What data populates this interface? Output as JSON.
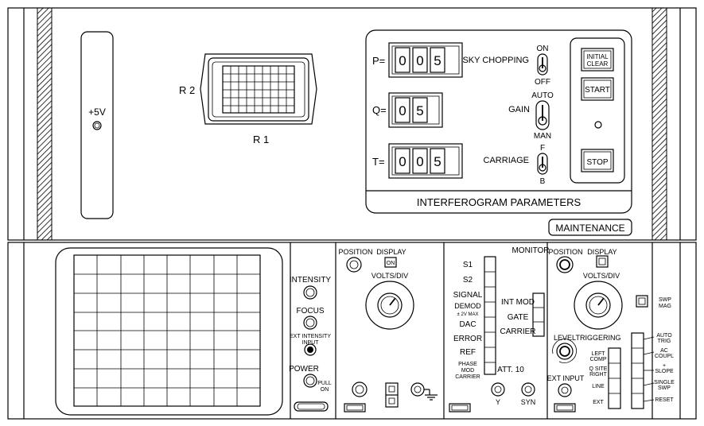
{
  "upper": {
    "supply_label": "+5V",
    "r2_label": "R 2",
    "r1_label": "R 1",
    "maintenance_label": "MAINTENANCE"
  },
  "params": {
    "title": "INTERFEROGRAM PARAMETERS",
    "p": {
      "label": "P=",
      "digits": [
        "0",
        "0",
        "5"
      ]
    },
    "q": {
      "label": "Q=",
      "digits": [
        "0",
        "5"
      ]
    },
    "t": {
      "label": "T=",
      "digits": [
        "0",
        "0",
        "5"
      ]
    },
    "sky": {
      "label": "SKY CHOPPING",
      "top": "ON",
      "bottom": "OFF"
    },
    "gain": {
      "label": "GAIN",
      "top": "AUTO",
      "bottom": "MAN"
    },
    "carriage": {
      "label": "CARRIAGE",
      "top": "F",
      "bottom": "B"
    },
    "initial_clear": [
      "INITIAL",
      "CLEAR"
    ],
    "start": "START",
    "stop": "STOP"
  },
  "scope": {
    "intensity": "INTENSITY",
    "focus": "FOCUS",
    "ext_intensity": [
      "EXT INTENSITY",
      "INPUT"
    ],
    "power": "POWER",
    "pull_on": [
      "PULL",
      "ON"
    ]
  },
  "vert1": {
    "position": "POSITION",
    "display": "DISPLAY",
    "display_btn": "ON",
    "volts_div": "VOLTS/DIV"
  },
  "monitor": {
    "title": "MONITOR",
    "left": [
      "S1",
      "S2",
      "SIGNAL",
      "DEMOD",
      "± 2V MAX",
      "DAC",
      "ERROR",
      "REF",
      "PHASE",
      "MOD",
      "CARRIER"
    ],
    "right": [
      "INT MOD",
      "GATE",
      "CARRIER"
    ],
    "att": "ATT. 10",
    "y": "Y",
    "syn": "SYN"
  },
  "vert2": {
    "position": "POSITION",
    "display": "DISPLAY",
    "volts_div": "VOLTS/DIV",
    "swp_mag": [
      "SWP",
      "MAG"
    ],
    "triggering": "TRIGGERING",
    "level": "LEVEL",
    "ext_input": "EXT INPUT",
    "trig_left": [
      "LEFT",
      "COMP",
      "Q SITE",
      "RIGHT",
      "LINE",
      "EXT"
    ],
    "trig_right": [
      "AUTO",
      "TRIG",
      "AC",
      "COUPL",
      "+",
      "SLOPE",
      "SINGLE",
      "SWP",
      "RESET"
    ]
  }
}
